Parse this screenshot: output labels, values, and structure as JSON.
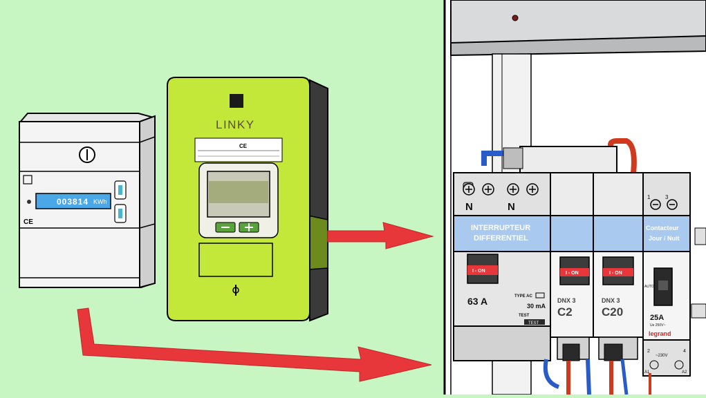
{
  "meter_old": {
    "display": "003814",
    "unit": "KWh",
    "mark": "CE"
  },
  "meter_linky": {
    "brand": "LINKY",
    "ce_mark": "CE"
  },
  "panel": {
    "terminal_n1": "N",
    "terminal_n2": "N",
    "terminal_1": "1",
    "terminal_3": "3",
    "differential": {
      "label_line1": "INTERRUPTEUR",
      "label_line2": "DIFFERENTIEL",
      "switch": "I - ON",
      "rating": "63 A",
      "type": "TYPE AC",
      "sensitivity": "30 mA",
      "test": "TEST",
      "test_brand": "TEST"
    },
    "breaker_c2": {
      "switch": "I - ON",
      "model": "DNX 3",
      "rating": "C2"
    },
    "breaker_c20": {
      "switch": "I - ON",
      "model": "DNX 3",
      "rating": "C20"
    },
    "contactor": {
      "label_line1": "Contacteur",
      "label_line2": "Jour / Nuit",
      "mode": "AUTO",
      "rating": "25A",
      "voltage": "Ue 250V~",
      "brand": "legrand",
      "coil_voltage": "~230V",
      "a1": "A1",
      "a2": "A2",
      "t2": "2",
      "t4": "4"
    }
  },
  "colors": {
    "background": "#c7f6c2",
    "linky_green": "#c4e83a",
    "arrow_red": "#e8373a",
    "label_blue": "#a9c9ef"
  }
}
